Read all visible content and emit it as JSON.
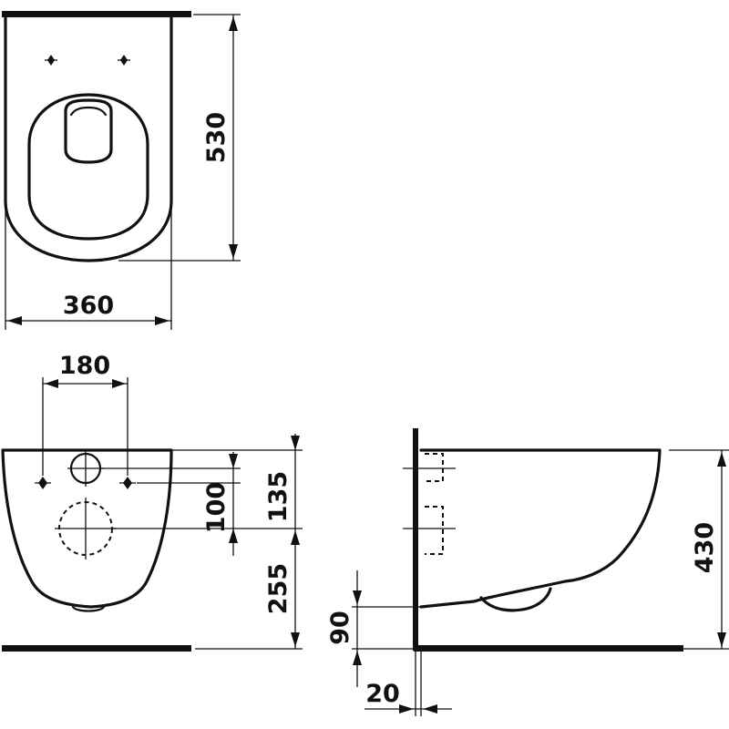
{
  "dimensions": {
    "top_depth": "530",
    "top_width": "360",
    "front_hole_spacing": "180",
    "front_hole_offset": "100",
    "front_top_to_holes": "135",
    "front_bottom_height": "255",
    "side_height": "430",
    "side_bottom_gap": "90",
    "side_wall_offset": "20"
  }
}
